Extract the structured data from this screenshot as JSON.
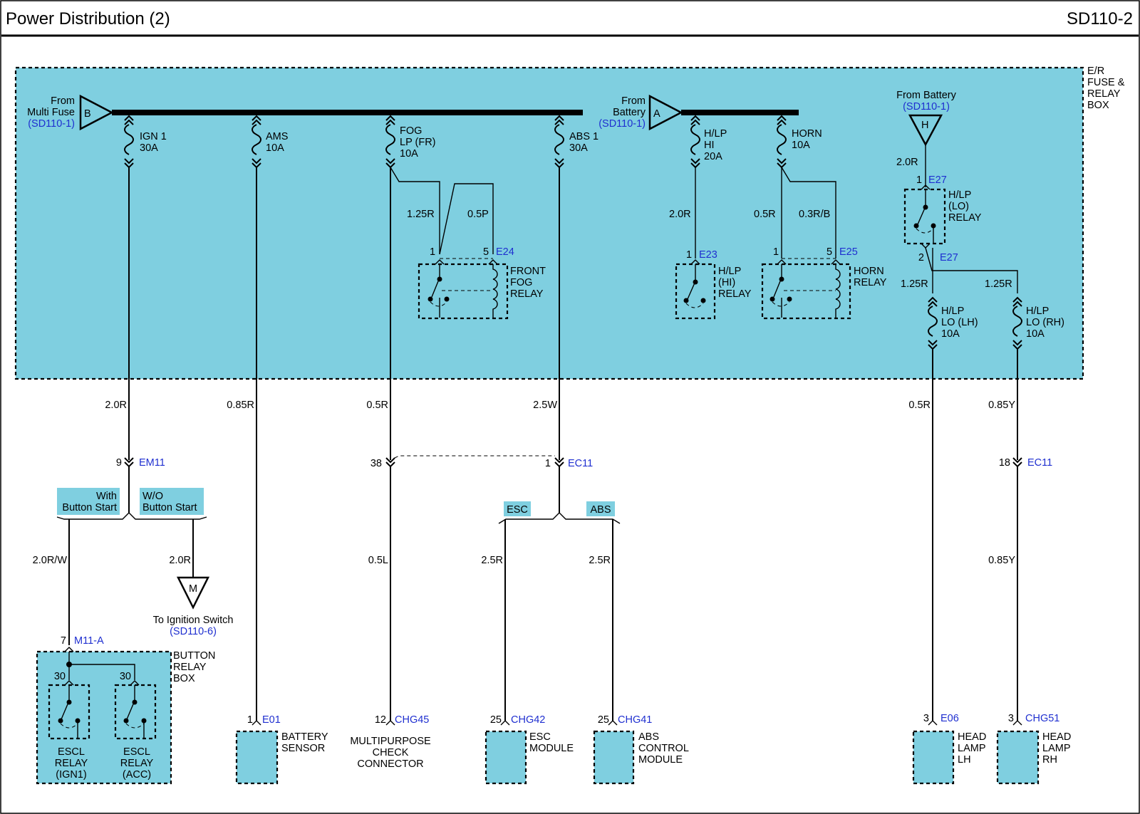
{
  "header": {
    "title": "Power Distribution (2)",
    "code": "SD110-2"
  },
  "er_box": {
    "label": [
      "E/R",
      "FUSE &",
      "RELAY",
      "BOX"
    ]
  },
  "sources": {
    "multi_fuse": {
      "from": [
        "From",
        "Multi Fuse"
      ],
      "ref": "(SD110-1)",
      "letter": "B"
    },
    "battery_a": {
      "from": [
        "From",
        "Battery"
      ],
      "ref": "(SD110-1)",
      "letter": "A"
    },
    "battery_h": {
      "from": "From Battery",
      "ref": "(SD110-1)",
      "letter": "H"
    }
  },
  "fuses": {
    "ign1": [
      "IGN 1",
      "30A"
    ],
    "ams": [
      "AMS",
      "10A"
    ],
    "foglp": [
      "FOG",
      "LP (FR)",
      "10A"
    ],
    "abs1": [
      "ABS 1",
      "30A"
    ],
    "hlphi": [
      "H/LP",
      "HI",
      "20A"
    ],
    "horn": [
      "HORN",
      "10A"
    ],
    "hlplolh": [
      "H/LP",
      "LO (LH)",
      "10A"
    ],
    "hlplorh": [
      "H/LP",
      "LO (RH)",
      "10A"
    ]
  },
  "relays": {
    "front_fog": {
      "name": [
        "FRONT",
        "FOG",
        "RELAY"
      ],
      "conn": "E24",
      "pin_a": "1",
      "pin_b": "5"
    },
    "hlp_hi": {
      "name": [
        "H/LP",
        "(HI)",
        "RELAY"
      ],
      "conn": "E23",
      "pin": "1"
    },
    "horn": {
      "name": [
        "HORN",
        "RELAY"
      ],
      "conn": "E25",
      "pin_a": "1",
      "pin_b": "5"
    },
    "hlp_lo": {
      "name": [
        "H/LP",
        "(LO)",
        "RELAY"
      ],
      "conn_top": "E27",
      "pin_top": "1",
      "conn_bot": "E27",
      "pin_bot": "2"
    }
  },
  "wires": {
    "fog_a": "1.25R",
    "fog_b": "0.5P",
    "hlphi": "2.0R",
    "horn_a": "0.5R",
    "horn_b": "0.3R/B",
    "bat_h": "2.0R",
    "lo_lh": "1.25R",
    "lo_rh": "1.25R",
    "ign1_out": "2.0R",
    "ams_out": "0.85R",
    "fog_out": "0.5R",
    "abs_out": "2.5W",
    "lh_out": "0.5R",
    "rh_out": "0.85Y",
    "with_btn": "2.0R/W",
    "wo_btn": "2.0R",
    "mpc": "0.5L",
    "esc": "2.5R",
    "abs": "2.5R",
    "rh_low": "0.85Y"
  },
  "connectors": {
    "em11": {
      "pin": "9",
      "name": "EM11"
    },
    "ec11_fog": {
      "pin": "38"
    },
    "ec11_abs": {
      "pin": "1",
      "name": "EC11"
    },
    "ec11_rh": {
      "pin": "18",
      "name": "EC11"
    },
    "m11a": {
      "pin": "7",
      "name": "M11-A"
    },
    "brb_pin1": "30",
    "brb_pin2": "30"
  },
  "options": {
    "with_btn": [
      "With",
      "Button Start"
    ],
    "wo_btn": [
      "W/O",
      "Button Start"
    ],
    "esc": "ESC",
    "abs": "ABS"
  },
  "ignition": {
    "to": "To Ignition Switch",
    "ref": "(SD110-6)",
    "letter": "M"
  },
  "button_relay_box": {
    "label": [
      "BUTTON",
      "RELAY",
      "BOX"
    ],
    "relay1": [
      "ESCL",
      "RELAY",
      "(IGN1)"
    ],
    "relay2": [
      "ESCL",
      "RELAY",
      "(ACC)"
    ]
  },
  "components": {
    "battery_sensor": {
      "pin": "1",
      "conn": "E01",
      "name": [
        "BATTERY",
        "SENSOR"
      ]
    },
    "mpc": {
      "pin": "12",
      "conn": "CHG45",
      "name": [
        "MULTIPURPOSE",
        "CHECK",
        "CONNECTOR"
      ]
    },
    "esc": {
      "pin": "25",
      "conn": "CHG42",
      "name": [
        "ESC",
        "MODULE"
      ]
    },
    "abs": {
      "pin": "25",
      "conn": "CHG41",
      "name": [
        "ABS",
        "CONTROL",
        "MODULE"
      ]
    },
    "head_lh": {
      "pin": "3",
      "conn": "E06",
      "name": [
        "HEAD",
        "LAMP",
        "LH"
      ]
    },
    "head_rh": {
      "pin": "3",
      "conn": "CHG51",
      "name": [
        "HEAD",
        "LAMP",
        "RH"
      ]
    }
  },
  "colors": {
    "fill": "#7fcfe0",
    "connector_text": "#1f2fd0",
    "line": "#000000"
  }
}
